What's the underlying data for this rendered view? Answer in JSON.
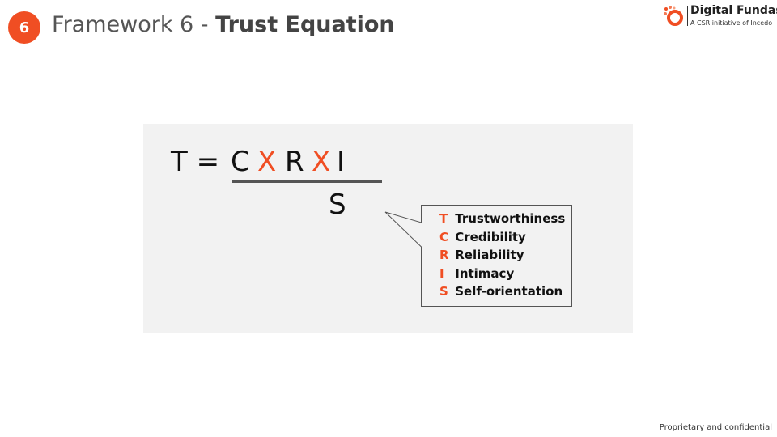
{
  "header": {
    "number": "6",
    "title_prefix": "Framework 6 - ",
    "title_bold": "Trust Equation"
  },
  "logo": {
    "name": "Digital Fundas",
    "tagline": "A CSR initiative of Incedo"
  },
  "equation": {
    "lhs": "T =",
    "c": "C",
    "x1": "X",
    "r": "R",
    "x2": "X",
    "i": "I",
    "denominator": "S"
  },
  "legend": [
    {
      "key": "T",
      "label": "Trustworthiness"
    },
    {
      "key": "C",
      "label": "Credibility"
    },
    {
      "key": "R",
      "label": "Reliability"
    },
    {
      "key": "I",
      "label": "Intimacy"
    },
    {
      "key": "S",
      "label": "Self-orientation"
    }
  ],
  "footer": "Proprietary and confidential",
  "colors": {
    "accent": "#f04e23"
  }
}
